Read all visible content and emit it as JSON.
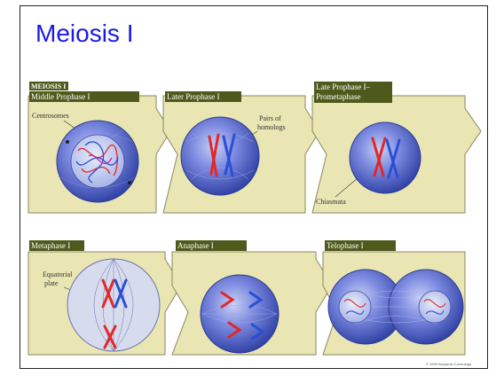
{
  "slide": {
    "title": "Meiosis I",
    "credit": "© 1999 Benjamin Cummings"
  },
  "figure": {
    "header": "MEIOSIS I",
    "panels": [
      {
        "title_lines": [
          "Middle Prophase I"
        ],
        "annotations": [
          "Centrosomes"
        ]
      },
      {
        "title_lines": [
          "Later Prophase I"
        ],
        "annotations": [
          "Pairs of",
          "homologs"
        ]
      },
      {
        "title_lines": [
          "Late Prophase I–",
          "Prometaphase"
        ],
        "annotations": [
          "Chiasmata"
        ]
      },
      {
        "title_lines": [
          "Metaphase I"
        ],
        "annotations": [
          "Equatorial",
          "plate"
        ]
      },
      {
        "title_lines": [
          "Anaphase I"
        ],
        "annotations": []
      },
      {
        "title_lines": [
          "Telophase I"
        ],
        "annotations": []
      }
    ]
  },
  "colors": {
    "title_blue": "#1a1ae6",
    "panel_bg": "#e9e6b4",
    "panel_edge": "#8a8760",
    "label_bg": "#4e5a1c",
    "cell_blue": "#4a5cc0",
    "chrom_red": "#e02828",
    "chrom_blue": "#2a4fd6"
  }
}
